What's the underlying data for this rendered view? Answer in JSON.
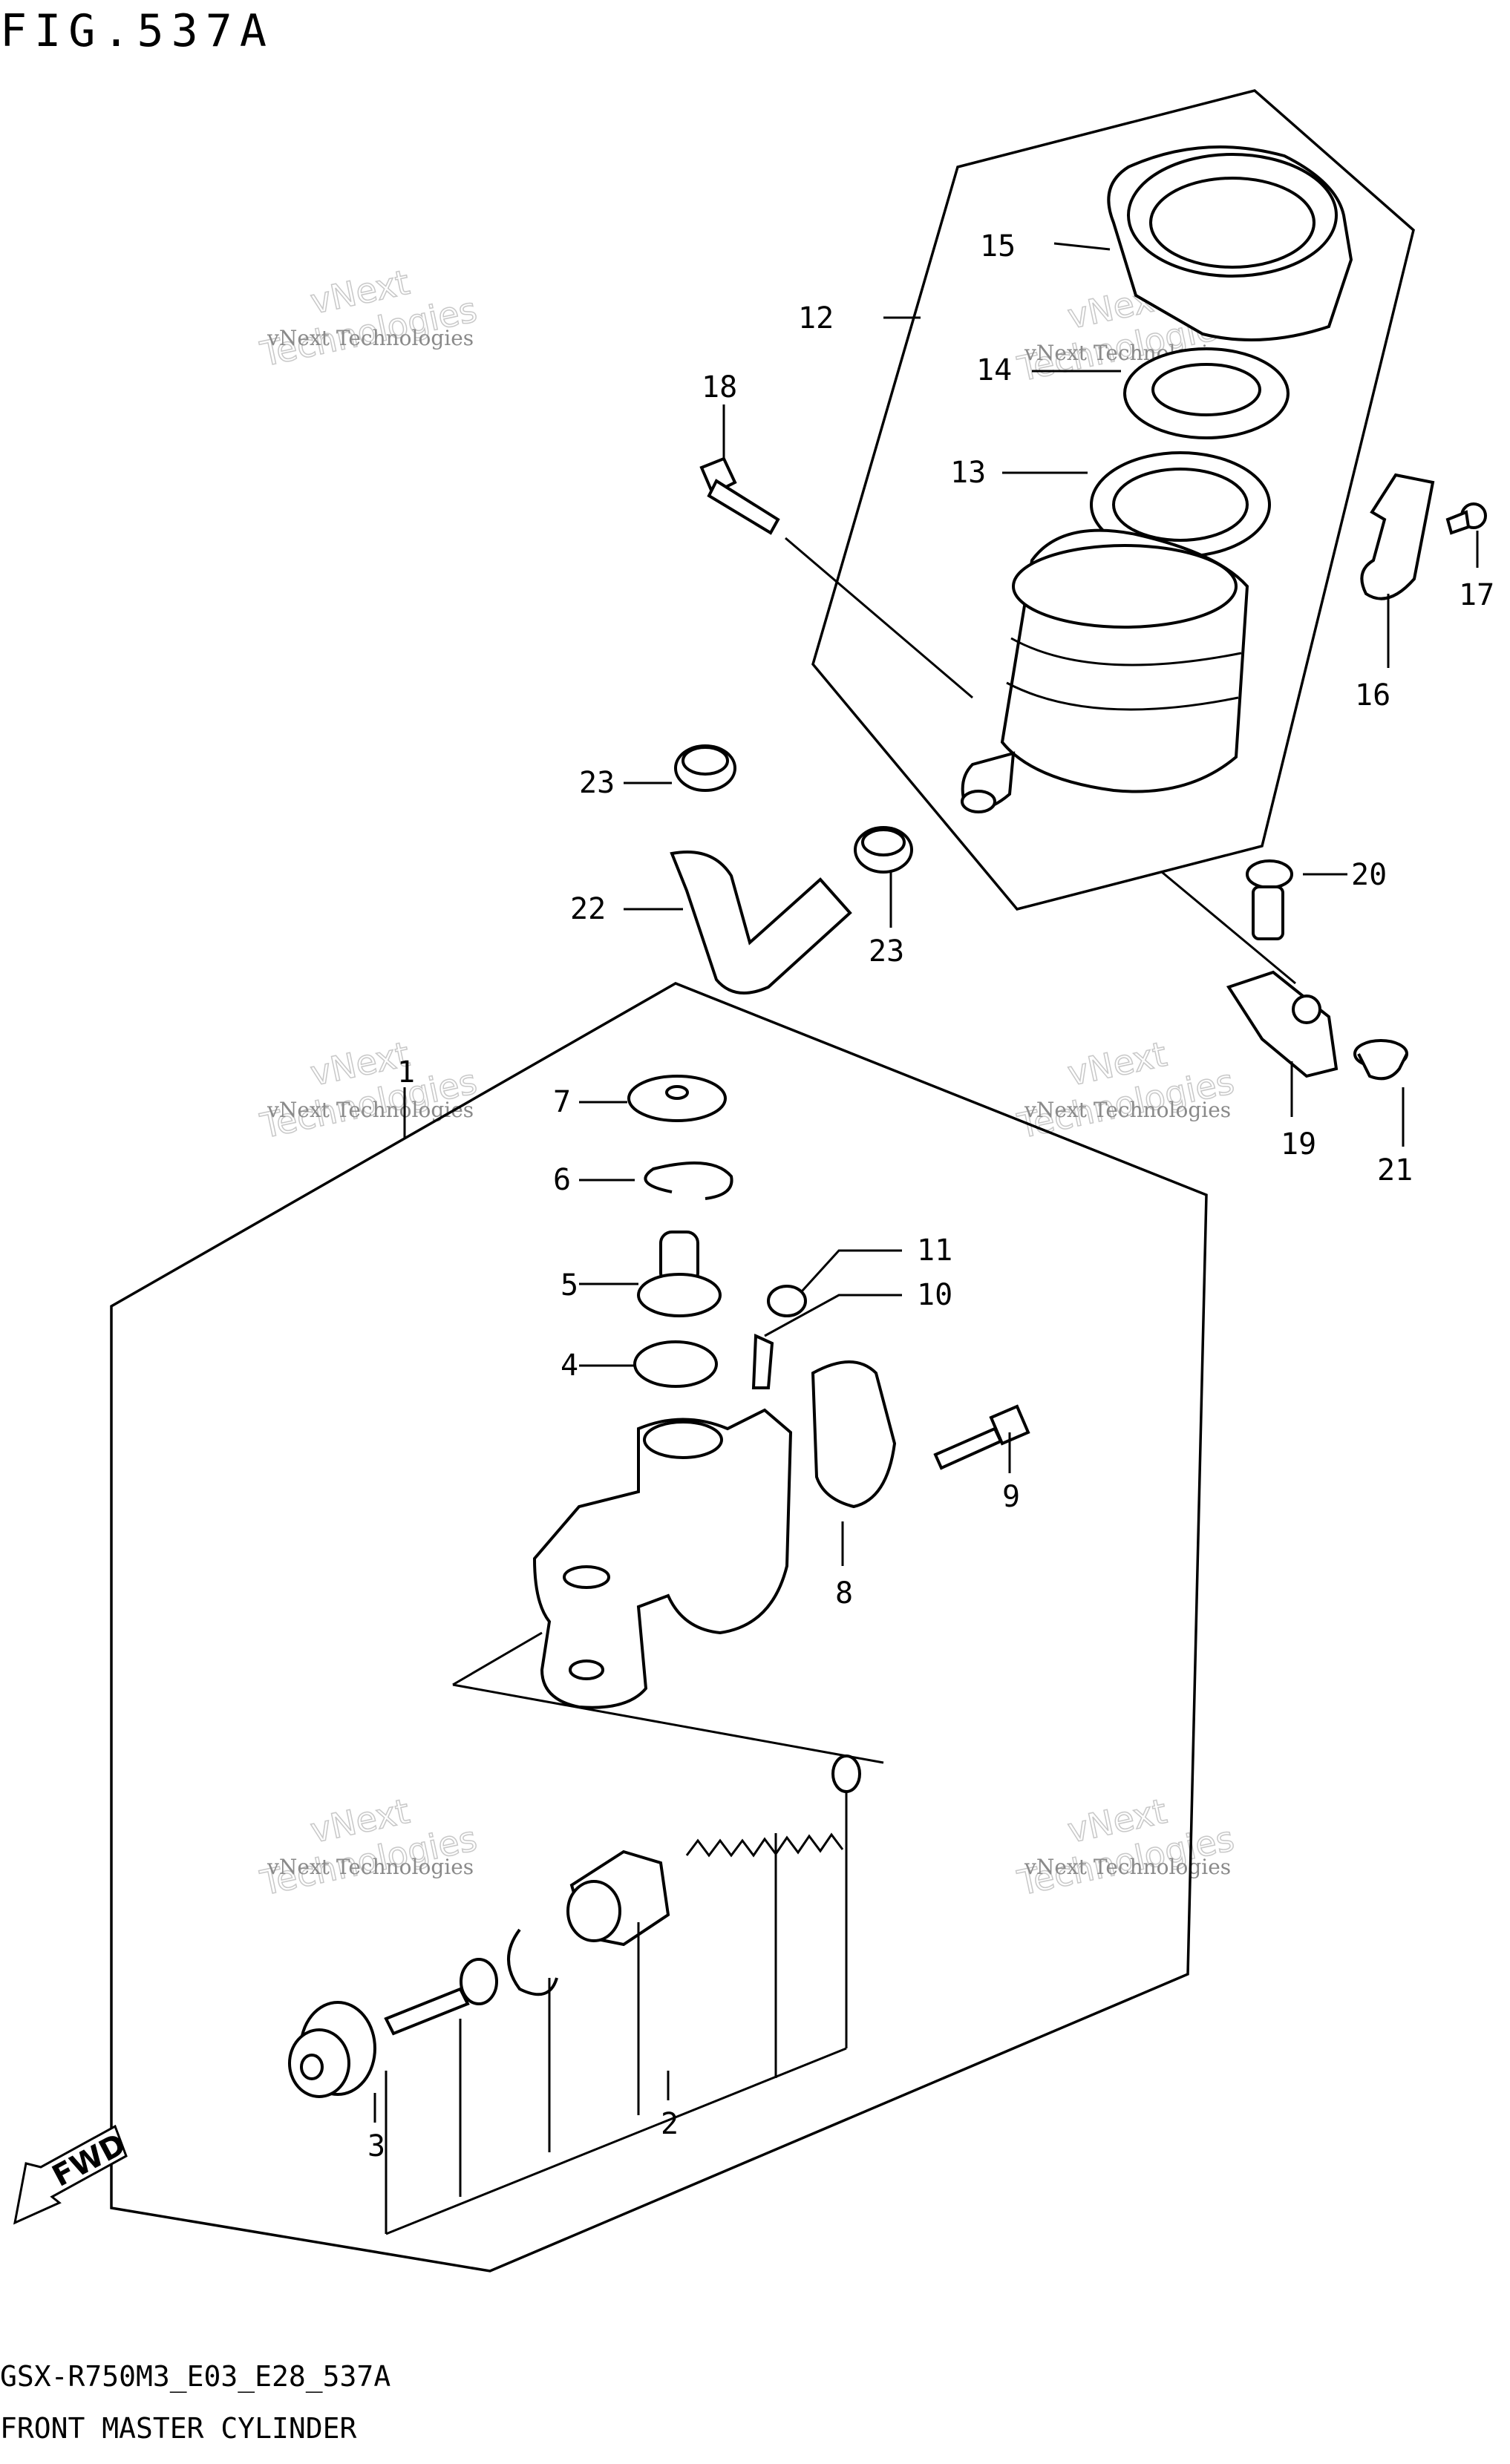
{
  "figure": {
    "title": "FIG.537A",
    "model_code": "GSX-R750M3_E03_E28_537A",
    "caption": "FRONT MASTER CYLINDER"
  },
  "direction_badge": {
    "label": "FWD"
  },
  "watermark": {
    "small": "vNext Technologies",
    "big_line1": "vNext",
    "big_line2": "Technologies"
  },
  "callouts": {
    "p1": "1",
    "p2": "2",
    "p3": "3",
    "p4": "4",
    "p5": "5",
    "p6": "6",
    "p7": "7",
    "p8": "8",
    "p9": "9",
    "p10": "10",
    "p11": "11",
    "p12": "12",
    "p13": "13",
    "p14": "14",
    "p15": "15",
    "p16": "16",
    "p17": "17",
    "p18": "18",
    "p19": "19",
    "p20": "20",
    "p21": "21",
    "p22": "22",
    "p23a": "23",
    "p23b": "23"
  }
}
